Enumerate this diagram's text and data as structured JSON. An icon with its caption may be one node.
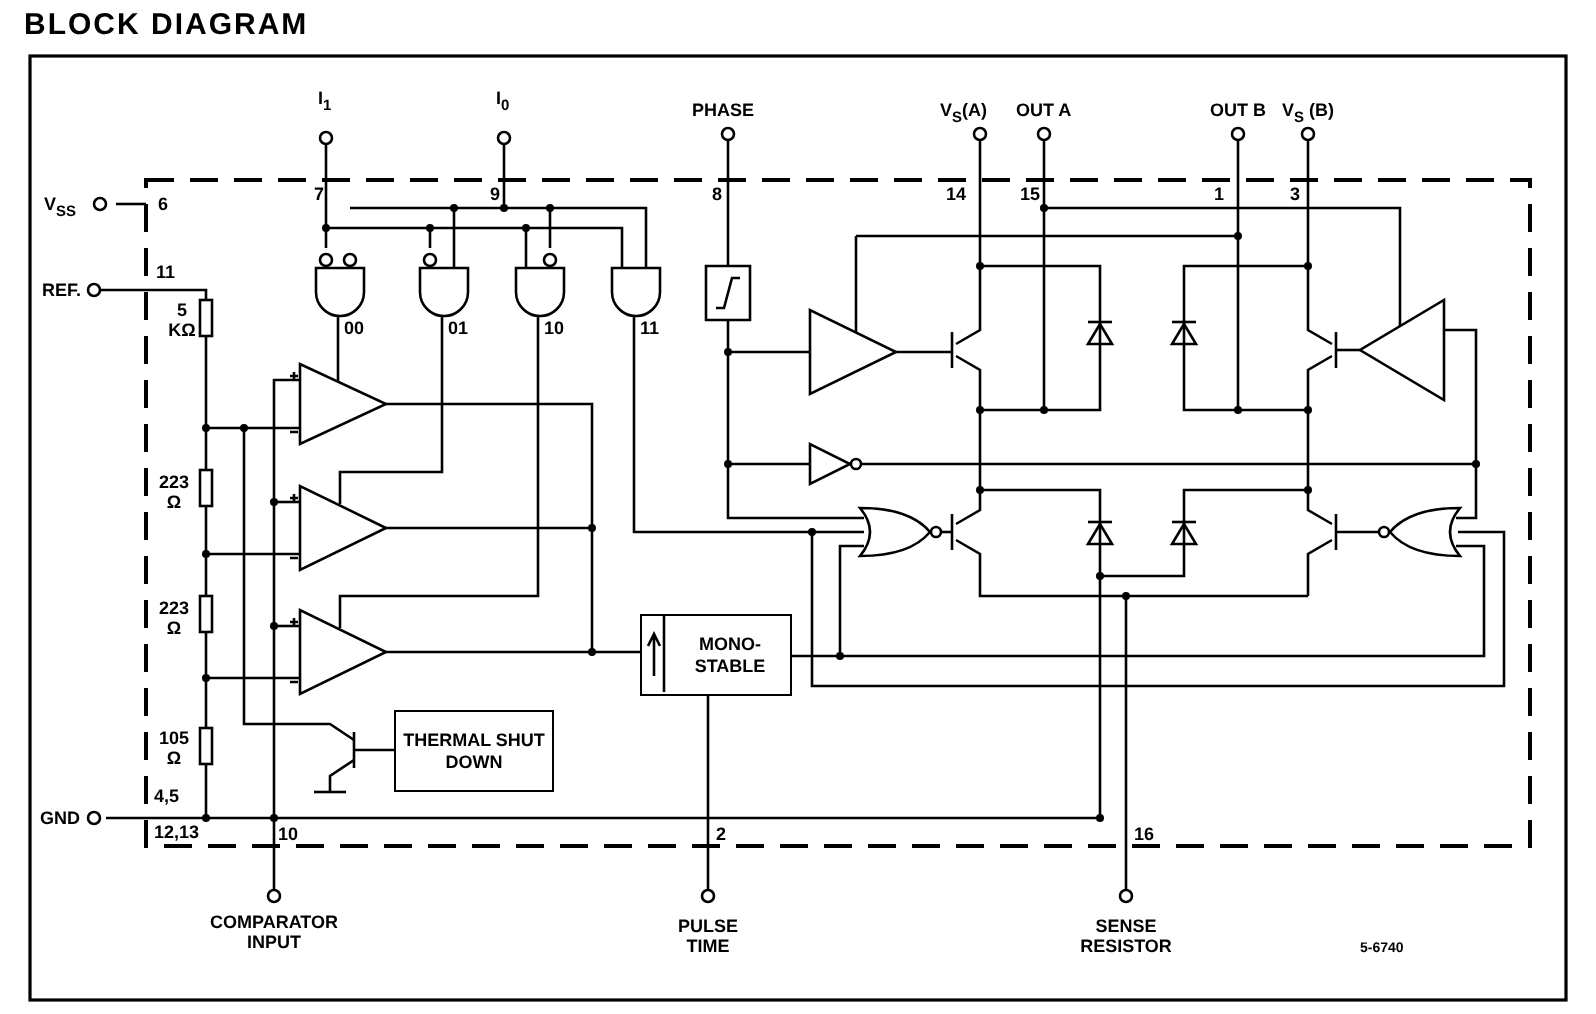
{
  "diagram": {
    "title": "BLOCK DIAGRAM",
    "nodes": [
      {
        "text": [
          "00"
        ]
      },
      {
        "text": [
          "01"
        ]
      },
      {
        "text": [
          "10"
        ]
      },
      {
        "text": [
          "11"
        ]
      },
      {
        "text": [
          "THERMAL SHUT DOWN"
        ]
      },
      {
        "text": [
          "MONO- STABLE"
        ]
      }
    ],
    "labels": [
      "I$_{1}$",
      "I$_{0}$",
      "PHASE",
      "V$_{S}$(A)",
      "OUT A",
      "OUT B",
      "V$_{S}$ (B)",
      "V$_{SS}$",
      "6",
      "7",
      "9",
      "8",
      "14",
      "15",
      "1",
      "3",
      "REF.",
      "11",
      "5 KΩ",
      "223 Ω",
      "223 Ω",
      "105 Ω",
      "GND",
      "4,5",
      "12,13",
      "10",
      "2",
      "16",
      "COMPARATOR INPUT",
      "PULSE TIME",
      "SENSE RESISTOR",
      "5-6740"
    ]
  }
}
